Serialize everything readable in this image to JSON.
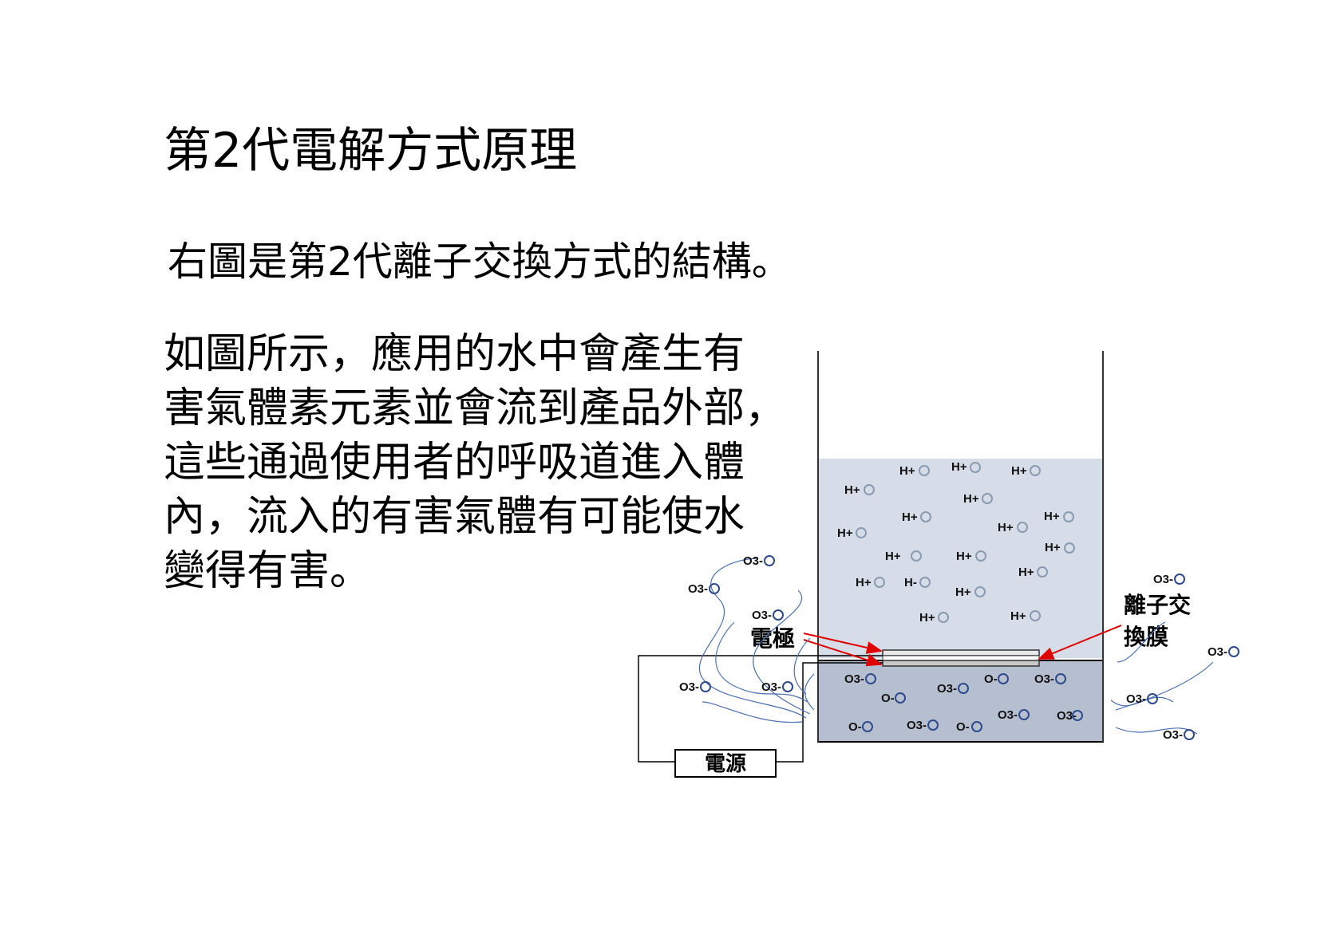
{
  "title": "第2代電解方式原理",
  "intro": "右圖是第2代離子交換方式的結構。",
  "body_lines": [
    "如圖所示，應用的水中會產生有",
    "害氣體素元素並會流到產品外部，",
    "這些通過使用者的呼吸道進入體",
    "內，流入的有害氣體有可能使水",
    "變得有害。"
  ],
  "diagram": {
    "electrode_label": "電極",
    "membrane_label_lines": [
      "離子交",
      "換膜"
    ],
    "power_label": "電源",
    "upper_ions": [
      "H+",
      "H+",
      "H+",
      "H+",
      "H+",
      "H+",
      "H+",
      "H+",
      "H+",
      "H+",
      "H+",
      "H+",
      "H+",
      "H-",
      "H+",
      "H+",
      "H+",
      "H+"
    ],
    "lower_ions": [
      "O3-",
      "O3-",
      "O-",
      "O3-",
      "O-",
      "O3-",
      "O3-",
      "O-",
      "O-",
      "O3-"
    ],
    "outside_ions": [
      "O3-",
      "O3-",
      "O3-",
      "O3-",
      "O3-",
      "O3-",
      "O3-",
      "O3-",
      "O3-"
    ],
    "colors": {
      "upper_water": "#d6dde8",
      "lower_water": "#b5bfcf",
      "h_circle": "#8a9ab0",
      "o_circle": "#2e4a8c",
      "gas_line": "#4a6fb0",
      "arrow": "#e00000"
    }
  }
}
